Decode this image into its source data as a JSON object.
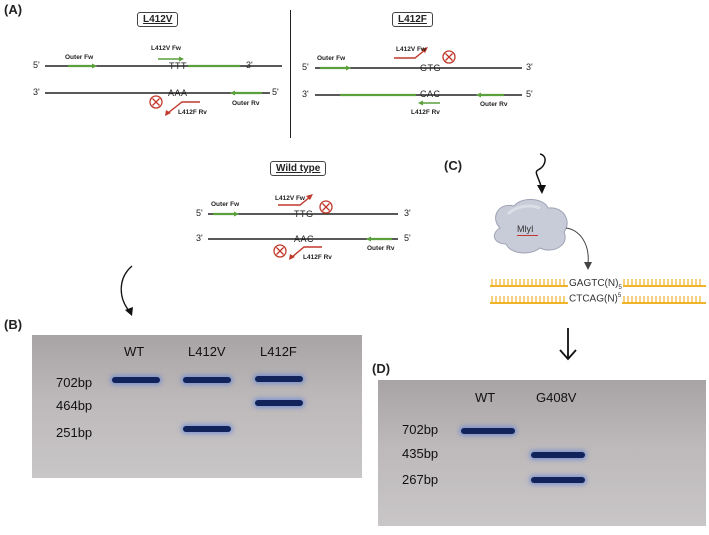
{
  "panels": {
    "a": "(A)",
    "b": "(B)",
    "c": "(C)",
    "d": "(D)"
  },
  "schemes": {
    "l412v": {
      "title": "L412V",
      "top_5": "5'",
      "top_3": "3'",
      "bot_3": "3'",
      "bot_5": "5'",
      "outer_fw": "Outer Fw",
      "outer_rv": "Outer Rv",
      "inner_fw": "L412V Fw",
      "inner_rv": "L412F Rv",
      "top_codon": "TTT",
      "bot_codon": "AAA"
    },
    "l412f": {
      "title": "L412F",
      "top_5": "5'",
      "top_3": "3'",
      "bot_3": "3'",
      "bot_5": "5'",
      "outer_fw": "Outer Fw",
      "outer_rv": "Outer Rv",
      "inner_fw": "L412V Fw",
      "inner_rv": "L412F Rv",
      "top_codon": "GTG",
      "bot_codon": "CAC"
    },
    "wild": {
      "title": "Wild type",
      "top_5": "5'",
      "top_3": "3'",
      "bot_3": "3'",
      "bot_5": "5'",
      "outer_fw": "Outer Fw",
      "outer_rv": "Outer Rv",
      "inner_fw": "L412V Fw",
      "inner_rv": "L412F Rv",
      "top_codon": "TTG",
      "bot_codon": "AAC"
    }
  },
  "enzyme": {
    "name": "MlyI",
    "seq_top": "GAGTC(N)",
    "seq_top_sub": "5",
    "seq_bot": "CTCAG(N)",
    "seq_bot_sup": "5"
  },
  "gel_b": {
    "lanes": [
      "WT",
      "L412V",
      "L412F"
    ],
    "sizes": [
      "702bp",
      "464bp",
      "251bp"
    ]
  },
  "gel_d": {
    "lanes": [
      "WT",
      "G408V"
    ],
    "sizes": [
      "702bp",
      "435bp",
      "267bp"
    ]
  },
  "colors": {
    "primer_green": "#5aa03c",
    "primer_red": "#c0392b",
    "band": "#11235a",
    "dna_yellow": "#f0b32a"
  }
}
